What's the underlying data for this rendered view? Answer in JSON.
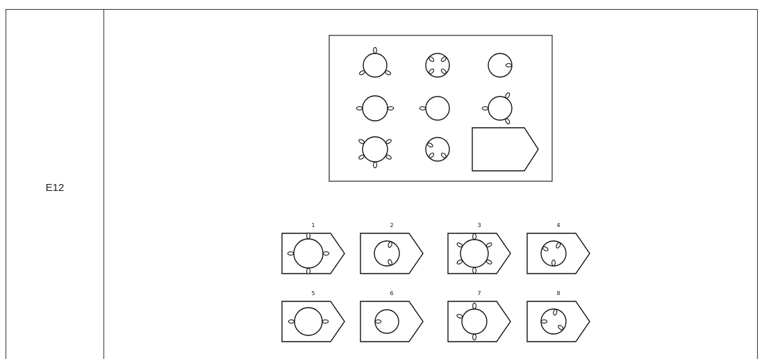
{
  "item": {
    "id": "E12"
  },
  "options": [
    {
      "number": "1"
    },
    {
      "number": "2"
    },
    {
      "number": "3"
    },
    {
      "number": "4"
    },
    {
      "number": "5"
    },
    {
      "number": "6"
    },
    {
      "number": "7"
    },
    {
      "number": "8"
    }
  ]
}
